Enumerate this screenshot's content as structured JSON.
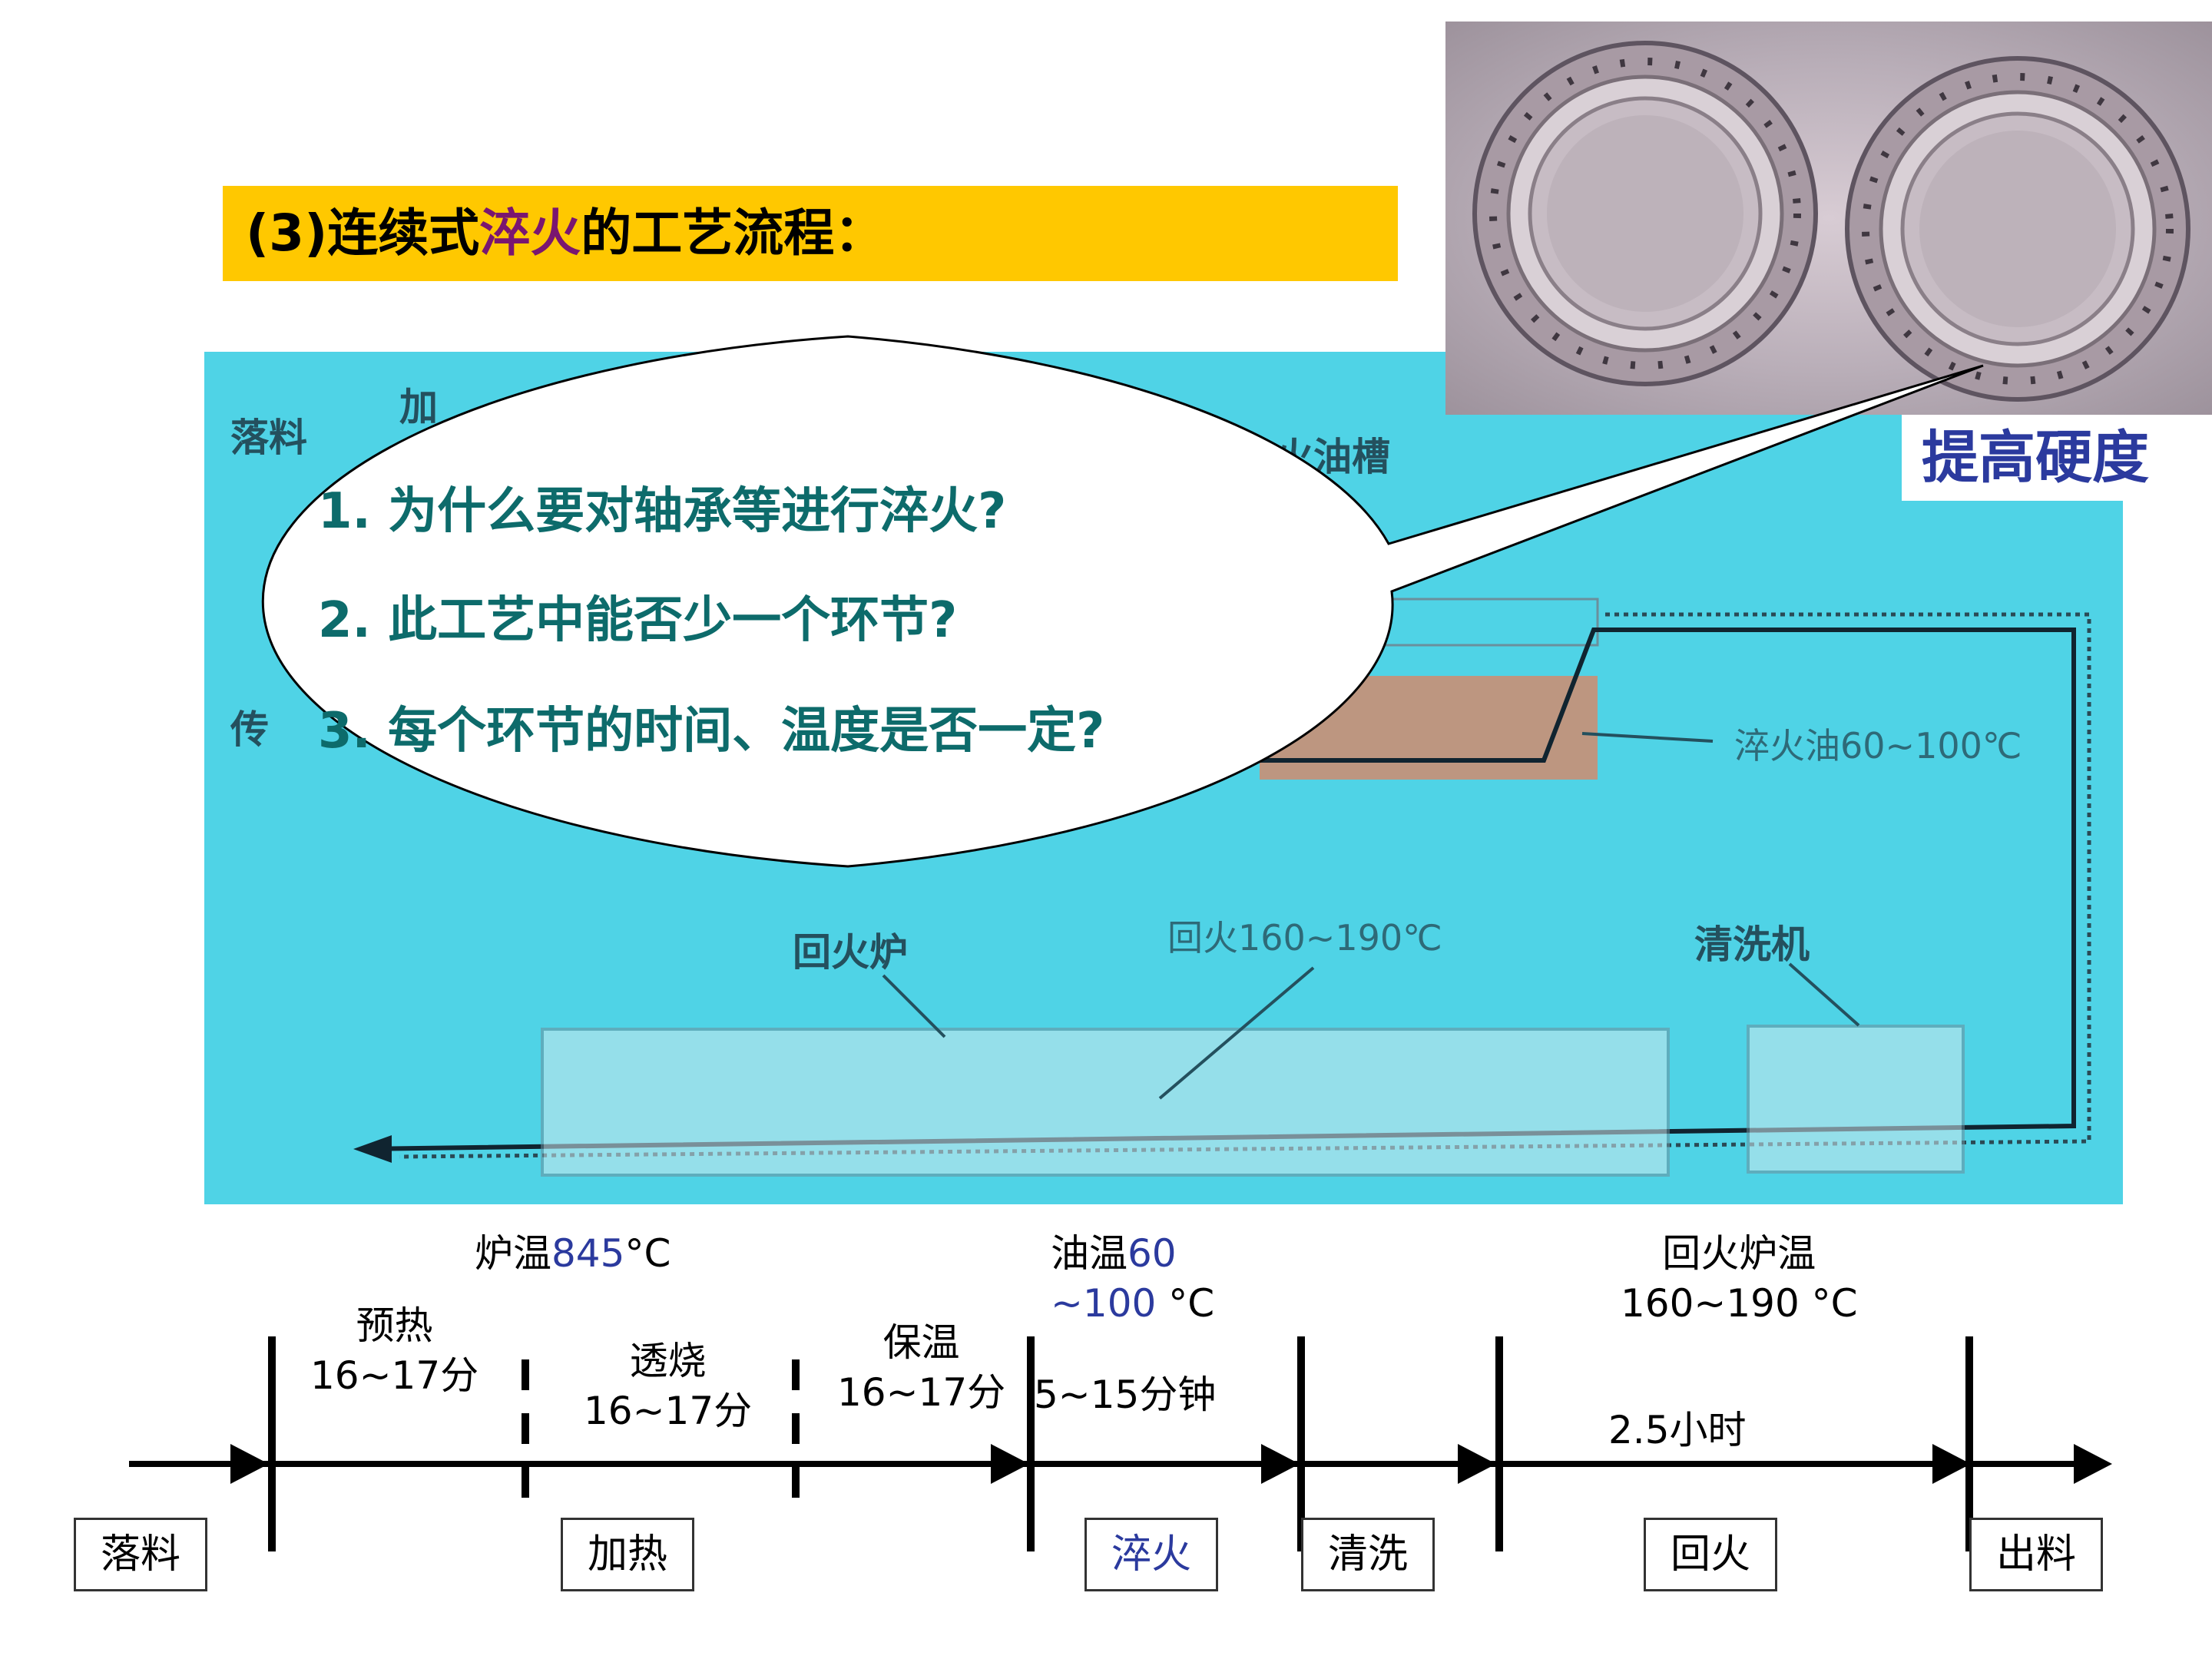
{
  "title": {
    "prefix": "(3)连续式",
    "highlight": "淬火",
    "suffix": "的工艺流程："
  },
  "callout": {
    "questions": [
      "1. 为什么要对轴承等进行淬火?",
      "2. 此工艺中能否少一个环节?",
      "3. 每个环节的时间、温度是否一定?"
    ]
  },
  "photo": {
    "caption": "提高硬度"
  },
  "diagram": {
    "partial_labels": [
      "落料",
      "加",
      "火油槽",
      "传"
    ],
    "oil_label": "淬火油60~100℃",
    "temper_furnace": "回火炉",
    "temper_temp": "回火160~190℃",
    "washer": "清洗机"
  },
  "timeline": {
    "furnace_temp": {
      "label": "炉温",
      "value": "845",
      "unit": "°C"
    },
    "oil_temp": {
      "label": "油温",
      "value_a": "60",
      "value_b": "~100",
      "unit": " °C"
    },
    "temper_temp": {
      "line1": "回火炉温",
      "line2": "160~190 °C"
    },
    "steps": {
      "preheat": {
        "name": "预热",
        "time": "16~17分"
      },
      "soak": {
        "name": "透烧",
        "time": "16~17分"
      },
      "hold": {
        "name": "保温",
        "time": "16~17分"
      },
      "quench_time": "5~15分钟",
      "temper_time": "2.5小时"
    },
    "stages": [
      "落料",
      "加热",
      "淬火",
      "清洗",
      "回火",
      "出料"
    ]
  },
  "colors": {
    "title_bg": "#ffc800",
    "highlight": "#7a1670",
    "diagram_bg": "#4fd3e6",
    "accent_blue": "#2b3a9e",
    "question_text": "#0d6b6b"
  }
}
